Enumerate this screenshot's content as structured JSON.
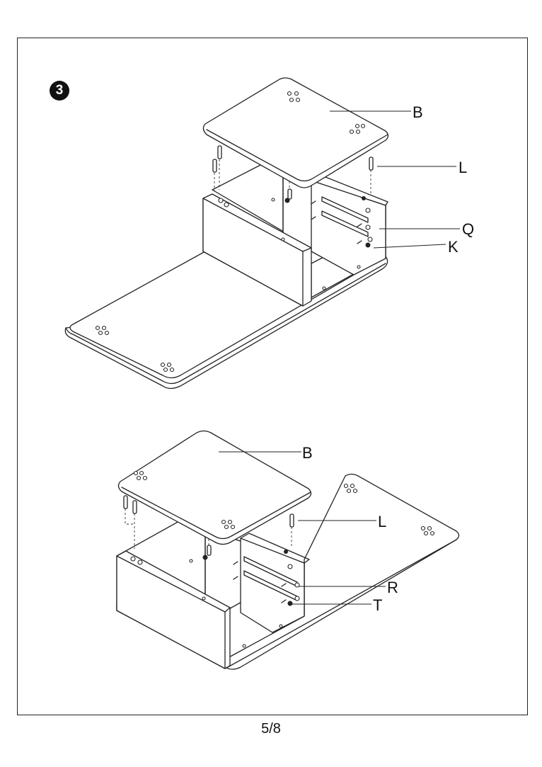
{
  "step": {
    "number": "3"
  },
  "upper": {
    "labels": {
      "top": "B",
      "dowel": "L",
      "rail": "Q",
      "screw": "K"
    }
  },
  "lower": {
    "labels": {
      "top": "B",
      "dowel": "L",
      "rail": "R",
      "screw": "T"
    }
  },
  "page": {
    "number": "5/8"
  }
}
